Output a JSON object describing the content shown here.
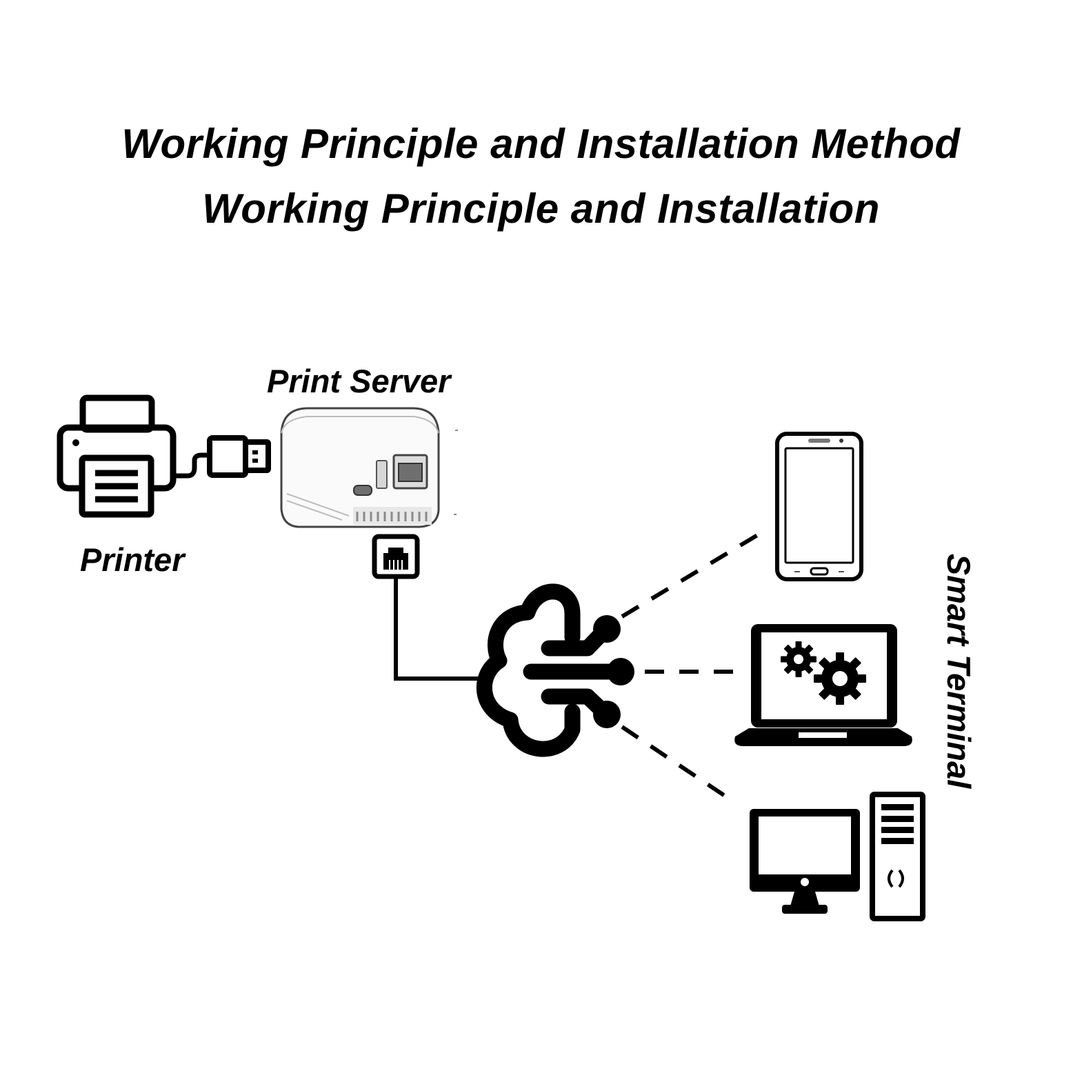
{
  "title": {
    "line1": "Working Principle and Installation Method",
    "line2": "Working Principle and Installation"
  },
  "labels": {
    "print_server": "Print Server",
    "printer": "Printer",
    "smart_terminal": "Smart Terminal"
  },
  "icons": {
    "printer": "printer-icon",
    "usb": "usb-plug-icon",
    "server": "print-server-device-icon",
    "ethernet": "ethernet-port-icon",
    "cloud": "cloud-network-icon",
    "phone": "smartphone-icon",
    "laptop": "laptop-gear-icon",
    "desktop": "desktop-computer-icon"
  },
  "colors": {
    "ink": "#000000",
    "background": "#ffffff",
    "device_shade": "#6f6f6f"
  }
}
